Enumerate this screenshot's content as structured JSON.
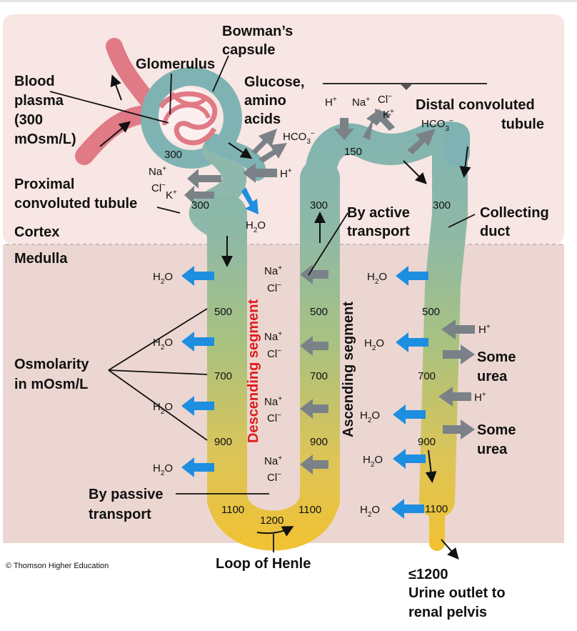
{
  "labels": {
    "bowmans_line1": "Bowman’s",
    "bowmans_line2": "capsule",
    "glomerulus": "Glomerulus",
    "blood_line1": "Blood",
    "blood_line2": "plasma",
    "blood_line3": "(300",
    "blood_line4": "mOsm/L)",
    "glucose_line1": "Glucose,",
    "glucose_line2": "amino",
    "glucose_line3": "acids",
    "distal_line1": "Distal convoluted",
    "distal_line2": "tubule",
    "proximal_line1": "Proximal",
    "proximal_line2": "convoluted tubule",
    "by_active_line1": "By active",
    "by_active_line2": "transport",
    "collecting_line1": "Collecting",
    "collecting_line2": "duct",
    "cortex": "Cortex",
    "medulla": "Medulla",
    "osmolarity_line1": "Osmolarity",
    "osmolarity_line2": "in mOsm/L",
    "descending": "Descending segment",
    "ascending": "Ascending segment",
    "by_passive_line1": "By passive",
    "by_passive_line2": "transport",
    "loop": "Loop of Henle",
    "urine_line1": "≤1200",
    "urine_line2": "Urine outlet to",
    "urine_line3": "renal pelvis",
    "some_urea_1a": "Some",
    "some_urea_1b": "urea",
    "some_urea_2a": "Some",
    "some_urea_2b": "urea",
    "credit": "© Thomson Higher Education"
  },
  "osmolarity": {
    "glom": "300",
    "pct": "300",
    "desc_500": "500",
    "desc_700": "700",
    "desc_900": "900",
    "loop_1100_left": "1100",
    "loop_1200": "1200",
    "loop_1100_right": "1100",
    "asc_900": "900",
    "asc_700": "700",
    "asc_500": "500",
    "asc_300": "300",
    "dct_150": "150",
    "cd_300": "300",
    "cd_500": "500",
    "cd_700": "700",
    "cd_900": "900",
    "cd_1100": "1100"
  },
  "ions": {
    "h": "H",
    "na": "Na",
    "cl": "Cl",
    "k": "K",
    "hco3": "HCO",
    "h2o_h": "H",
    "h2o_o": "O",
    "sub2": "2",
    "sub3": "3",
    "plus": "+",
    "minus": "−"
  },
  "colors": {
    "cortex_bg": "#f7e6e3",
    "medulla_bg": "#ecd6d1",
    "tubule_top": "#7fb3b3",
    "tubule_mid": "#9fc28c",
    "tubule_bottom": "#edc24a",
    "vessel": "#e07a84",
    "arrow_gray": "#7a8288",
    "arrow_blue": "#1e8ee0",
    "descending_label": "#e11b1b"
  }
}
